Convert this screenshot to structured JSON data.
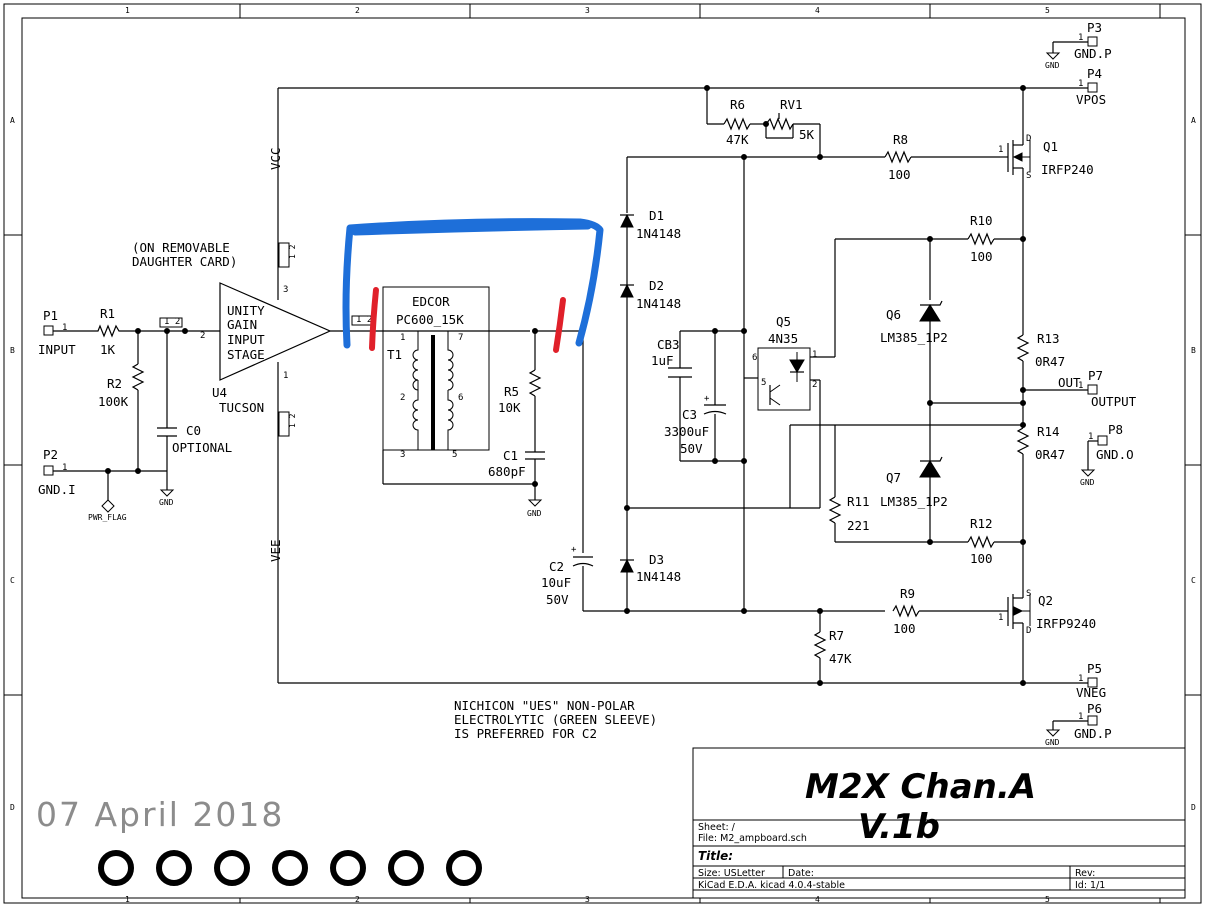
{
  "frame": {
    "columns": [
      "1",
      "2",
      "3",
      "4",
      "5"
    ],
    "rows": [
      "A",
      "B",
      "C",
      "D"
    ]
  },
  "title_block": {
    "title_line1": "M2X Chan.A",
    "title_line2": "V.1b",
    "sheet": "Sheet: /",
    "file": "File: M2_ampboard.sch",
    "title_label": "Title:",
    "size": "Size: USLetter",
    "date_label": "Date:",
    "rev_label": "Rev:",
    "kicad": "KiCad E.D.A.  kicad 4.0.4-stable",
    "id": "Id: 1/1"
  },
  "date_stamp": "07 April 2018",
  "notes": {
    "daughter_card_1": "(ON REMOVABLE",
    "daughter_card_2": "DAUGHTER CARD)",
    "c2_note_1": "NICHICON \"UES\" NON-POLAR",
    "c2_note_2": "ELECTROLYTIC (GREEN SLEEVE)",
    "c2_note_3": "IS PREFERRED FOR C2"
  },
  "nets": {
    "vcc": "VCC",
    "vee": "VEE",
    "out": "OUT",
    "gnd": "GND",
    "pwr_flag": "PWR_FLAG"
  },
  "components": {
    "P1": {
      "ref": "P1",
      "value": "INPUT"
    },
    "P2": {
      "ref": "P2",
      "value": "GND.I"
    },
    "P3": {
      "ref": "P3",
      "value": "GND.P"
    },
    "P4": {
      "ref": "P4",
      "value": "VPOS"
    },
    "P5": {
      "ref": "P5",
      "value": "VNEG"
    },
    "P6": {
      "ref": "P6",
      "value": "GND.P"
    },
    "P7": {
      "ref": "P7",
      "value": "OUTPUT"
    },
    "P8": {
      "ref": "P8",
      "value": "GND.O"
    },
    "R1": {
      "ref": "R1",
      "value": "1K"
    },
    "R2": {
      "ref": "R2",
      "value": "100K"
    },
    "C0": {
      "ref": "C0",
      "value": "OPTIONAL"
    },
    "U4": {
      "ref": "U4",
      "value": "TUCSON",
      "line1": "UNITY",
      "line2": "GAIN",
      "line3": "INPUT",
      "line4": "STAGE"
    },
    "T1": {
      "ref": "T1",
      "value": "PC600_15K",
      "maker": "EDCOR"
    },
    "R5": {
      "ref": "R5",
      "value": "10K"
    },
    "C1": {
      "ref": "C1",
      "value": "680pF"
    },
    "C2": {
      "ref": "C2",
      "value": "10uF",
      "value2": "50V"
    },
    "D1": {
      "ref": "D1",
      "value": "1N4148"
    },
    "D2": {
      "ref": "D2",
      "value": "1N4148"
    },
    "D3": {
      "ref": "D3",
      "value": "1N4148"
    },
    "CB3": {
      "ref": "CB3",
      "value": "1uF"
    },
    "C3": {
      "ref": "C3",
      "value": "3300uF",
      "value2": "50V"
    },
    "Q5": {
      "ref": "Q5",
      "value": "4N35"
    },
    "R6": {
      "ref": "R6",
      "value": "47K"
    },
    "RV1": {
      "ref": "RV1",
      "value": "5K"
    },
    "R8": {
      "ref": "R8",
      "value": "100"
    },
    "R9": {
      "ref": "R9",
      "value": "100"
    },
    "R7": {
      "ref": "R7",
      "value": "47K"
    },
    "R11": {
      "ref": "R11",
      "value": "221"
    },
    "R10": {
      "ref": "R10",
      "value": "100"
    },
    "R12": {
      "ref": "R12",
      "value": "100"
    },
    "Q6": {
      "ref": "Q6",
      "value": "LM385_1P2"
    },
    "Q7": {
      "ref": "Q7",
      "value": "LM385_1P2"
    },
    "R13": {
      "ref": "R13",
      "value": "0R47"
    },
    "R14": {
      "ref": "R14",
      "value": "0R47"
    },
    "Q1": {
      "ref": "Q1",
      "value": "IRFP240"
    },
    "Q2": {
      "ref": "Q2",
      "value": "IRFP9240"
    }
  },
  "annotation_colors": {
    "blue": "#1e6fd9",
    "red": "#e0202a"
  },
  "mounting_holes": 7
}
